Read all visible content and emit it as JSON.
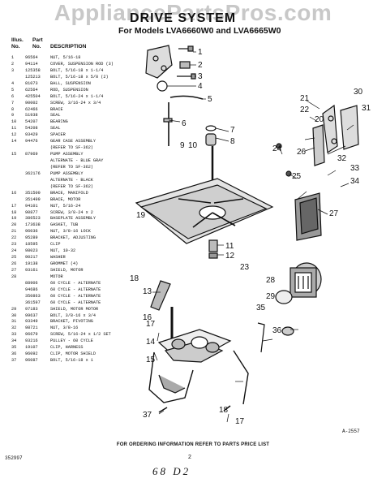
{
  "watermark": "AppliancePartsPros.com",
  "title": "DRIVE SYSTEM",
  "subtitle": "For Models LVA6660W0 and LVA6665W0",
  "header": {
    "illus": "Illus.",
    "no": "No.",
    "part": "Part",
    "part_no": "No.",
    "description": "DESCRIPTION"
  },
  "parts": [
    [
      "1",
      "96564",
      "NUT, 5/16-18"
    ],
    [
      "2",
      "94114",
      "COVER, SUSPENSION ROD (3)"
    ],
    [
      "3",
      "125358",
      "BOLT, 5/16-18 x 1-1/4"
    ],
    [
      "",
      "125213",
      "BOLT, 5/16-18 x 5/8 (2)"
    ],
    [
      "4",
      "81073",
      "BALL, SUSPENSION"
    ],
    [
      "5",
      "62564",
      "ROD, SUSPENSION"
    ],
    [
      "6",
      "425504",
      "BOLT, 5/16-24 x 1-1/4"
    ],
    [
      "7",
      "90002",
      "SCREW, 3/16-24 x 3/4"
    ],
    [
      "8",
      "62466",
      "BRACE"
    ],
    [
      "9",
      "S1938",
      "SEAL"
    ],
    [
      "10",
      "54207",
      "BEARING"
    ],
    [
      "11",
      "54208",
      "SEAL"
    ],
    [
      "12",
      "93429",
      "SPACER"
    ],
    [
      "14",
      "94476",
      "GEAR CASE ASSEMBLY"
    ],
    [
      "",
      "",
      "(REFER TO SF-362)"
    ],
    [
      "15",
      "87969",
      "PUMP ASSEMBLY"
    ],
    [
      "",
      "",
      "ALTERNATE - BLUE GRAY"
    ],
    [
      "",
      "",
      "(REFER TO SF-362)"
    ],
    [
      "",
      "362176",
      "PUMP ASSEMBLY"
    ],
    [
      "",
      "",
      "ALTERNATE - BLACK"
    ],
    [
      "",
      "",
      "(REFER TO SF-362)"
    ],
    [
      "16",
      "351500",
      "BRACE, MANIFOLD"
    ],
    [
      "",
      "351499",
      "BRACE, MOTOR"
    ],
    [
      "17",
      "94101",
      "NUT, 5/16-24"
    ],
    [
      "18",
      "90877",
      "SCREW, 3/8-24 x 2"
    ],
    [
      "19",
      "386523",
      "BASEPLATE ASSEMBLY"
    ],
    [
      "20",
      "173638",
      "GASKET, TUB"
    ],
    [
      "21",
      "96036",
      "NUT, 3/8-16 LOCK"
    ],
    [
      "22",
      "95289",
      "BRACKET, ADJUSTING"
    ],
    [
      "23",
      "18595",
      "CLIP"
    ],
    [
      "24",
      "98023",
      "NUT, 10-32"
    ],
    [
      "25",
      "90217",
      "WASHER"
    ],
    [
      "26",
      "19138",
      "GROMMET (4)"
    ],
    [
      "27",
      "93161",
      "SHIELD, MOTOR"
    ],
    [
      "28",
      "",
      "MOTOR"
    ],
    [
      "",
      "88906",
      "60 CYCLE - ALTERNATE"
    ],
    [
      "",
      "94686",
      "60 CYCLE - ALTERNATE"
    ],
    [
      "",
      "350863",
      "60 CYCLE - ALTERNATE"
    ],
    [
      "",
      "361597",
      "60 CYCLE - ALTERNATE"
    ],
    [
      "29",
      "97183",
      "SHIELD, MOTOR MOTOR"
    ],
    [
      "30",
      "99637",
      "BOLT, 3/8-16 x 3/4"
    ],
    [
      "31",
      "93349",
      "BRACKET, PIVOTING"
    ],
    [
      "32",
      "98721",
      "NUT, 3/8-16"
    ],
    [
      "33",
      "96679",
      "SCREW, 5/16-24 x 1/2 SET"
    ],
    [
      "34",
      "93216",
      "PULLEY - 60 CYCLE"
    ],
    [
      "35",
      "19107",
      "CLIP, HARNESS"
    ],
    [
      "36",
      "96092",
      "CLIP, MOTOR SHIELD"
    ],
    [
      "37",
      "96087",
      "BOLT, 5/16-18 x 1"
    ]
  ],
  "callouts": [
    "1",
    "2",
    "3",
    "4",
    "5",
    "6",
    "7",
    "8",
    "9",
    "10",
    "11",
    "12",
    "13",
    "14",
    "15",
    "16",
    "17",
    "18",
    "19",
    "20",
    "21",
    "22",
    "23",
    "24",
    "25",
    "26",
    "27",
    "28",
    "29",
    "30",
    "31",
    "32",
    "33",
    "34",
    "35",
    "36",
    "37"
  ],
  "art_number": "A-2557",
  "order_note": "FOR ORDERING INFORMATION REFER TO PARTS PRICE LIST",
  "page_number": "2",
  "doc_number": "352997",
  "handwritten": "68 D2"
}
